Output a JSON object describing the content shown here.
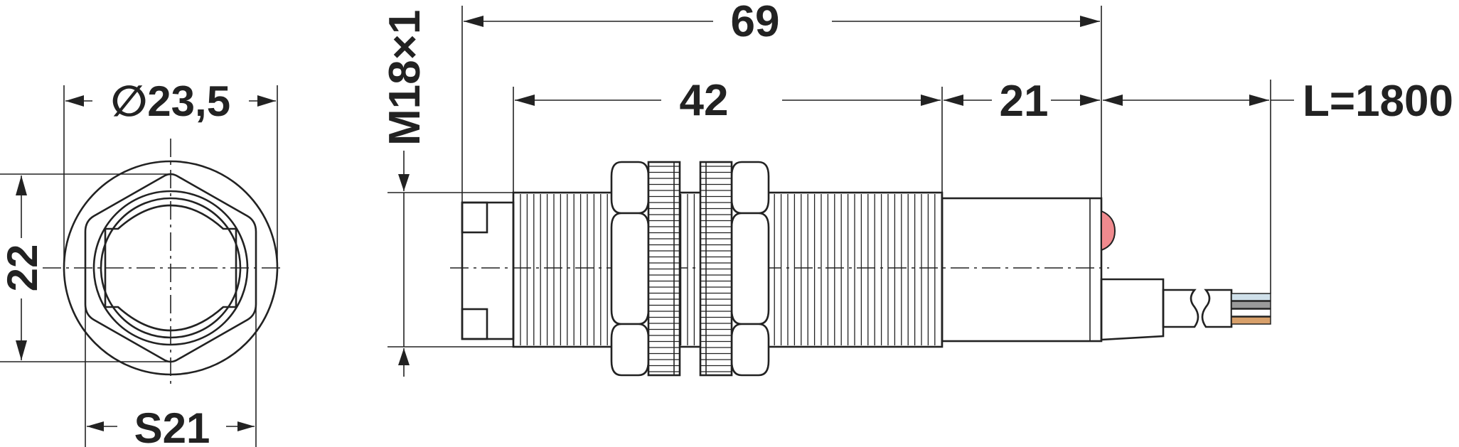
{
  "dimensions": {
    "total_length": "69",
    "thread_length": "42",
    "body_length": "21",
    "cable_length": "L=1800",
    "thread_size": "M18×1",
    "diameter": "∅23,5",
    "nut_height": "22",
    "wrench_size": "S21"
  },
  "colors": {
    "thread": "#fbf39b",
    "line": "#222222",
    "led": "#f08a8e",
    "wire_1": "#cfe0ea",
    "wire_2": "#9a9a9a",
    "wire_3": "#ffffff",
    "wire_4": "#d8a06a"
  }
}
